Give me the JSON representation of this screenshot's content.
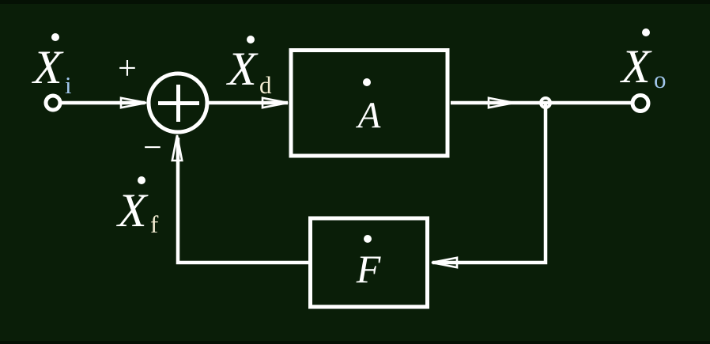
{
  "colors": {
    "background": "#0a1e08",
    "edge_band": "#051104",
    "line": "#ffffff",
    "subscript_cool": "#a3c8ee",
    "subscript_warm": "#f3ecd2"
  },
  "icons": {
    "input_terminal": "open-circle",
    "output_terminal": "open-circle",
    "summing_junction": "circle-with-plus",
    "pickoff_node": "small-open-circle",
    "arrowhead": "open-triangle",
    "phasor_dot": "filled-dot-above-symbol"
  },
  "signals": {
    "input": {
      "base": "X",
      "subscript": "i",
      "dotted": true
    },
    "error": {
      "base": "X",
      "subscript": "d",
      "dotted": true
    },
    "output": {
      "base": "X",
      "subscript": "o",
      "dotted": true
    },
    "feedback": {
      "base": "X",
      "subscript": "f",
      "dotted": true
    }
  },
  "operators": {
    "plus": "+",
    "minus": "−"
  },
  "blocks": {
    "forward": {
      "label": "A",
      "dotted": true
    },
    "feedback": {
      "label": "F",
      "dotted": true
    }
  }
}
